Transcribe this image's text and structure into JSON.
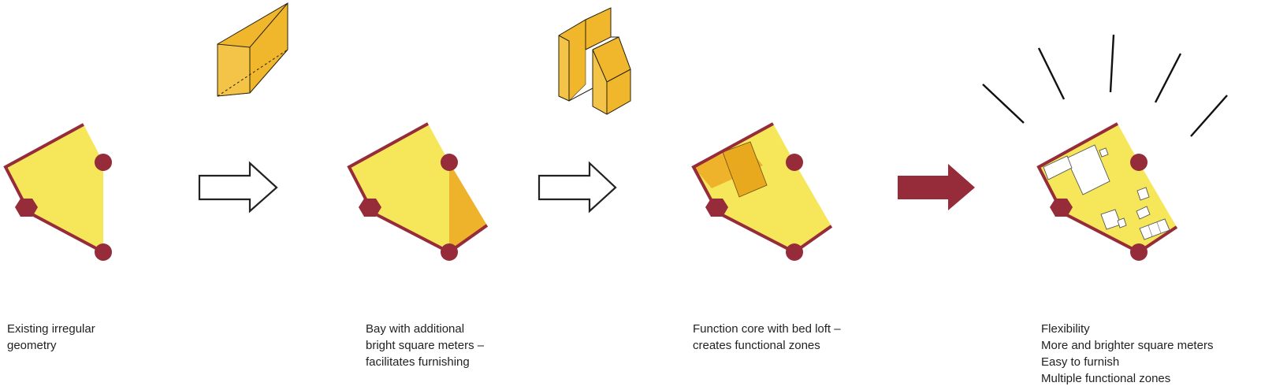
{
  "colors": {
    "floor": "#f6e65a",
    "bay": "#eeb22b",
    "core": "#f0b62c",
    "wall": "#962b3a",
    "arrow_outline": "#222222",
    "arrow_filled": "#962b3a",
    "furniture": "#ffffff",
    "text": "#222222"
  },
  "steps": [
    {
      "caption": [
        "Existing irregular",
        "geometry"
      ]
    },
    {
      "caption": [
        "Bay with additional",
        "bright square meters –",
        "facilitates furnishing"
      ]
    },
    {
      "caption": [
        "Function core with bed loft –",
        "creates functional zones"
      ]
    },
    {
      "caption": [
        "Flexibility",
        "More and brighter square meters",
        "Easy to furnish",
        "Multiple functional zones"
      ]
    }
  ],
  "icons": {
    "arrow_1": "outline-right-arrow-icon",
    "arrow_2": "outline-right-arrow-icon",
    "arrow_3": "filled-right-arrow-icon",
    "bay_block": "wedge-prism-icon",
    "core_block": "core-block-icon",
    "burst": "radiating-lines-icon"
  }
}
